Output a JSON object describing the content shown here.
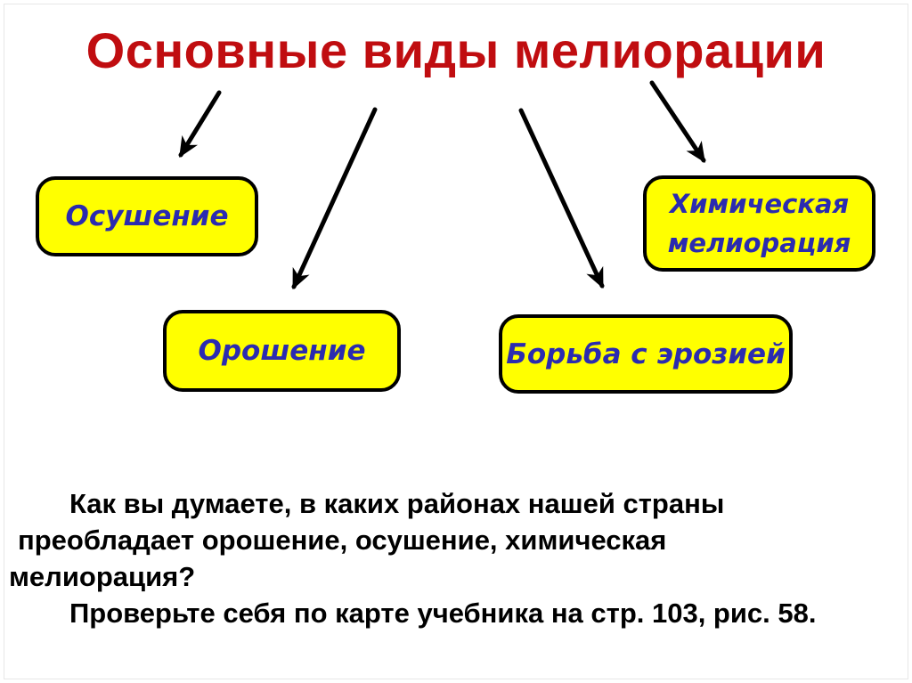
{
  "title": "Основные виды мелиорации",
  "colors": {
    "title_text": "#c00d10",
    "box_fill": "#ffff00",
    "box_border": "#000000",
    "box_text": "#2b2bb0",
    "body_text": "#000000",
    "arrow": "#000000",
    "background": "#ffffff"
  },
  "boxes": {
    "osushenie": {
      "label": "Осушение"
    },
    "oroshenie": {
      "label": "Орошение"
    },
    "borba": {
      "label": "Борьба с эрозией"
    },
    "himicheskaya": {
      "line1": "Химическая",
      "line2": "мелиорация"
    }
  },
  "edges": [
    {
      "from": "title",
      "to": "osushenie"
    },
    {
      "from": "title",
      "to": "oroshenie"
    },
    {
      "from": "title",
      "to": "borba"
    },
    {
      "from": "title",
      "to": "himicheskaya"
    }
  ],
  "body": {
    "lines": [
      "Как вы думаете, в каких районах нашей страны",
      "преобладает орошение, осушение, химическая",
      "мелиорация?",
      "Проверьте себя по карте учебника на стр. 103, рис. 58."
    ]
  }
}
